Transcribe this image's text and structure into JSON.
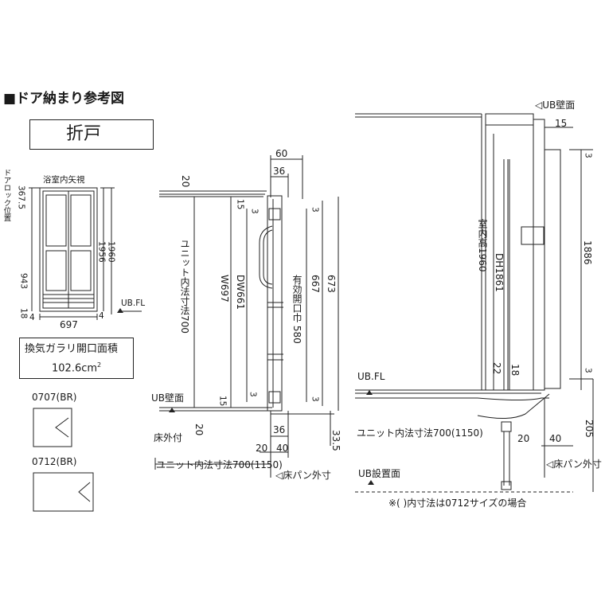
{
  "heading": "■ドア納まり参考図",
  "door_type": "折戸",
  "front_view": {
    "caption": "浴室内矢視",
    "lock_label": "ドアロック位置",
    "dims": {
      "top": "367.5",
      "h1956": "1956",
      "h1960": "1960",
      "h943": "943",
      "d18": "18",
      "d4l": "4",
      "d4r": "4",
      "width": "697"
    },
    "ubfl": "UB.FL"
  },
  "vent": {
    "label": "換気ガラリ開口面積",
    "value": "102.6cm",
    "sup": "2"
  },
  "models": [
    {
      "name": "0707(BR)"
    },
    {
      "name": "0712(BR)"
    }
  ],
  "section": {
    "d60": "60",
    "d36a": "36",
    "d20a": "20",
    "d15a": "15",
    "d3a": "3",
    "d3b": "3",
    "unit_inner": "ユニット内法寸法700",
    "w697": "W697",
    "dw661": "DW661",
    "effective": "有効開口巾 580",
    "d667": "667",
    "d673": "673",
    "ub_wall": "UB壁面",
    "d15b": "15",
    "d3c": "3",
    "d3d": "3",
    "floor_out": "床外付",
    "d20b": "20",
    "d36b": "36",
    "d20c": "20",
    "d40": "40",
    "d335": "33.5",
    "unit_inner_bottom": "ユニット内法寸法700(1150)",
    "pan_out": "◁床パン外寸"
  },
  "side": {
    "ub_wall": "◁UB壁面",
    "d15": "15",
    "d3a": "3",
    "room_h": "室内高1960",
    "dh": "DH1861",
    "d1886": "1886",
    "ubfl": "UB.FL",
    "d22": "22",
    "d18": "18",
    "d3b": "3",
    "unit_inner": "ユニット内法寸法700(1150)",
    "d20": "20",
    "d40": "40",
    "d205": "205",
    "pan_out": "◁床パン外寸",
    "ub_install": "UB設置面",
    "note": "※(   )内寸法は0712サイズの場合"
  }
}
